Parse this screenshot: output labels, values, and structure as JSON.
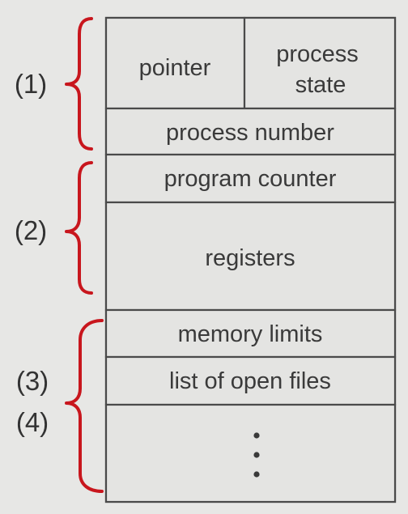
{
  "colors": {
    "background": "#e7e7e5",
    "cell_fill": "#e4e4e2",
    "cell_border": "#4a4a4a",
    "brace": "#c8161d",
    "text": "#3a3a3a"
  },
  "group_labels": {
    "group_1": "(1)",
    "group_2": "(2)",
    "group_3": "(3)",
    "group_4": "(4)"
  },
  "cells": {
    "pointer": "pointer",
    "process_state_line1": "process",
    "process_state_line2": "state",
    "process_number": "process number",
    "program_counter": "program counter",
    "registers": "registers",
    "memory_limits": "memory limits",
    "open_files": "list of open files"
  },
  "continuation": "vertical-ellipsis"
}
